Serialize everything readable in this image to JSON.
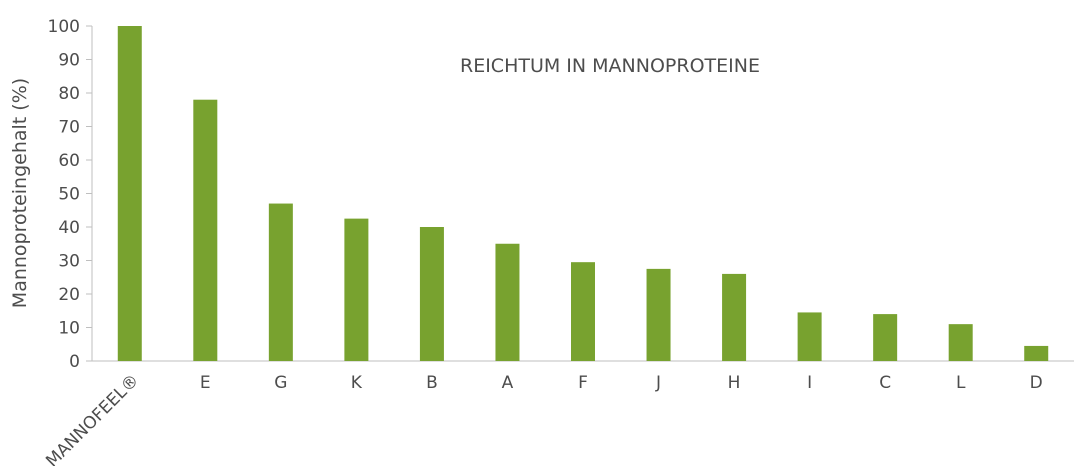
{
  "chart_data": {
    "type": "bar",
    "title": "REICHTUM IN MANNOPROTEINE",
    "xlabel": "",
    "ylabel": "Mannoproteingehalt (%)",
    "categories": [
      "MANNOFEEL®",
      "E",
      "G",
      "K",
      "B",
      "A",
      "F",
      "J",
      "H",
      "I",
      "C",
      "L",
      "D"
    ],
    "values": [
      100,
      78,
      47,
      42.5,
      40,
      35,
      29.5,
      27.5,
      26,
      14.5,
      14,
      11,
      4.5
    ],
    "ylim": [
      0,
      100
    ],
    "yticks": [
      0,
      10,
      20,
      30,
      40,
      50,
      60,
      70,
      80,
      90,
      100
    ],
    "grid": false,
    "bar_color": "#78a22f",
    "axis_color": "#bfbfbf"
  }
}
